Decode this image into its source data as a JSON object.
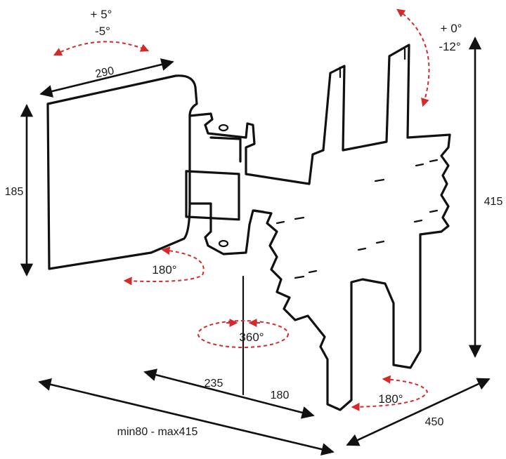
{
  "dimensions": {
    "panel_width": "290",
    "panel_height": "185",
    "plate_height": "415",
    "arm_segment_1": "235",
    "arm_segment_2": "180",
    "extension_range": "min80 - max415",
    "depth": "450"
  },
  "adjustments": {
    "tilt_plus": "+ 0°",
    "tilt_minus": "-12°",
    "rotate_plus": "+ 5°",
    "rotate_minus": "-5°",
    "swivel_panel": "180°",
    "swivel_arm": "360°",
    "swivel_plate": "180°"
  },
  "colors": {
    "ink": "#111111",
    "arrow": "#d42a2a",
    "background": "#ffffff"
  }
}
